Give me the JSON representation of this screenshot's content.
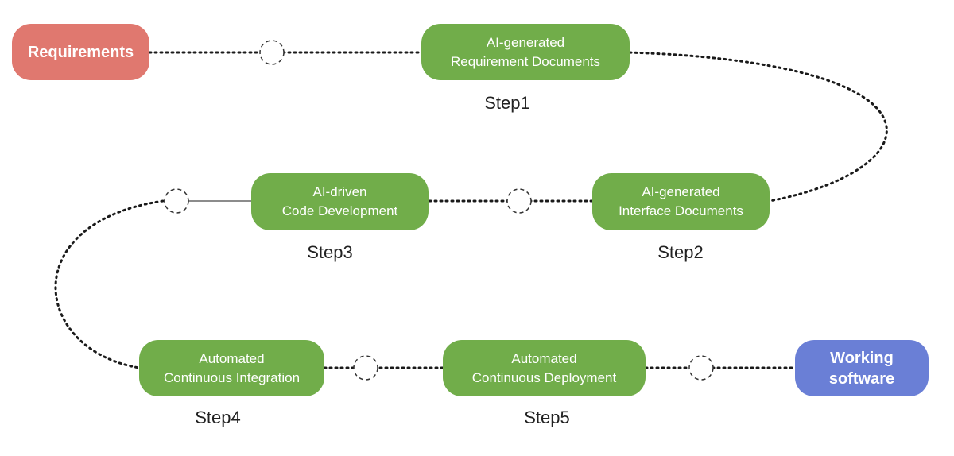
{
  "nodes": {
    "requirements": "Requirements",
    "step1_box": "AI-generated\nRequirement Documents",
    "step2_box": "AI-generated\nInterface Documents",
    "step3_box": "AI-driven\nCode Development",
    "step4_box": "Automated\nContinuous Integration",
    "step5_box": "Automated\nContinuous Deployment",
    "working_software": "Working\nsoftware"
  },
  "steps": {
    "step1": "Step1",
    "step2": "Step2",
    "step3": "Step3",
    "step4": "Step4",
    "step5": "Step5"
  },
  "colors": {
    "start": "#e0786f",
    "process": "#71ad4a",
    "end": "#6a7fd6",
    "connector": "#1a1a1a"
  }
}
